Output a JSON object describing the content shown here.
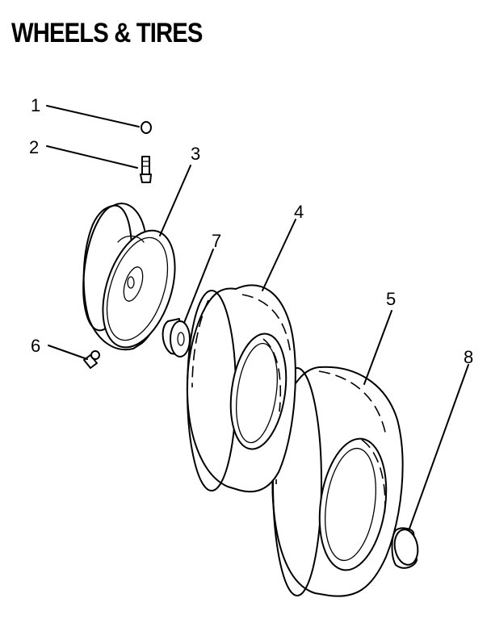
{
  "title": "WHEELS & TIRES",
  "callouts": [
    {
      "id": "callout-1",
      "number": "1",
      "part": "valve-cap"
    },
    {
      "id": "callout-2",
      "number": "2",
      "part": "valve-stem"
    },
    {
      "id": "callout-3",
      "number": "3",
      "part": "wheel-rim"
    },
    {
      "id": "callout-4",
      "number": "4",
      "part": "tire-front"
    },
    {
      "id": "callout-5",
      "number": "5",
      "part": "tire-rear"
    },
    {
      "id": "callout-6",
      "number": "6",
      "part": "grease-fitting"
    },
    {
      "id": "callout-7",
      "number": "7",
      "part": "bushing"
    },
    {
      "id": "callout-8",
      "number": "8",
      "part": "hub-cap"
    }
  ]
}
